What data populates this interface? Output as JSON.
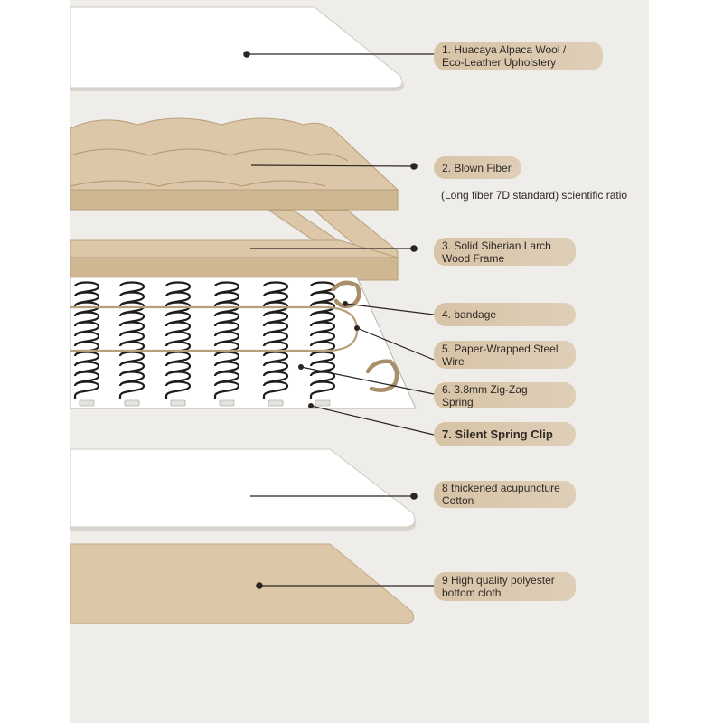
{
  "labels": [
    {
      "lines": [
        "1. Huacaya Alpaca Wool /",
        "Eco-Leather Upholstery"
      ]
    },
    {
      "lines": [
        "2. Blown Fiber"
      ]
    },
    {
      "lines": [
        "3. Solid Siberian Larch",
        "Wood Frame"
      ]
    },
    {
      "lines": [
        "4. bandage"
      ]
    },
    {
      "lines": [
        "5. Paper-Wrapped Steel",
        "Wire"
      ]
    },
    {
      "lines": [
        "6. 3.8mm Zig-Zag",
        "Spring"
      ]
    },
    {
      "lines": [
        "7. Silent Spring Clip"
      ]
    },
    {
      "lines": [
        "8 thickened acupuncture",
        "Cotton"
      ]
    },
    {
      "lines": [
        "9 High quality polyester",
        "bottom cloth"
      ]
    }
  ],
  "note": "(Long fiber 7D standard) scientific ratio",
  "colors": {
    "panel": "#eeede9",
    "pill": "#d7c3a6",
    "pill_light": "#dfcfb8",
    "ink": "#2e2924",
    "tan": "#dcc8a8",
    "tan_dark": "#cfb792",
    "seam": "#b89e7b",
    "wire": "#a98e6b",
    "line": "#2b2521",
    "spring": "#1f1c1a"
  }
}
